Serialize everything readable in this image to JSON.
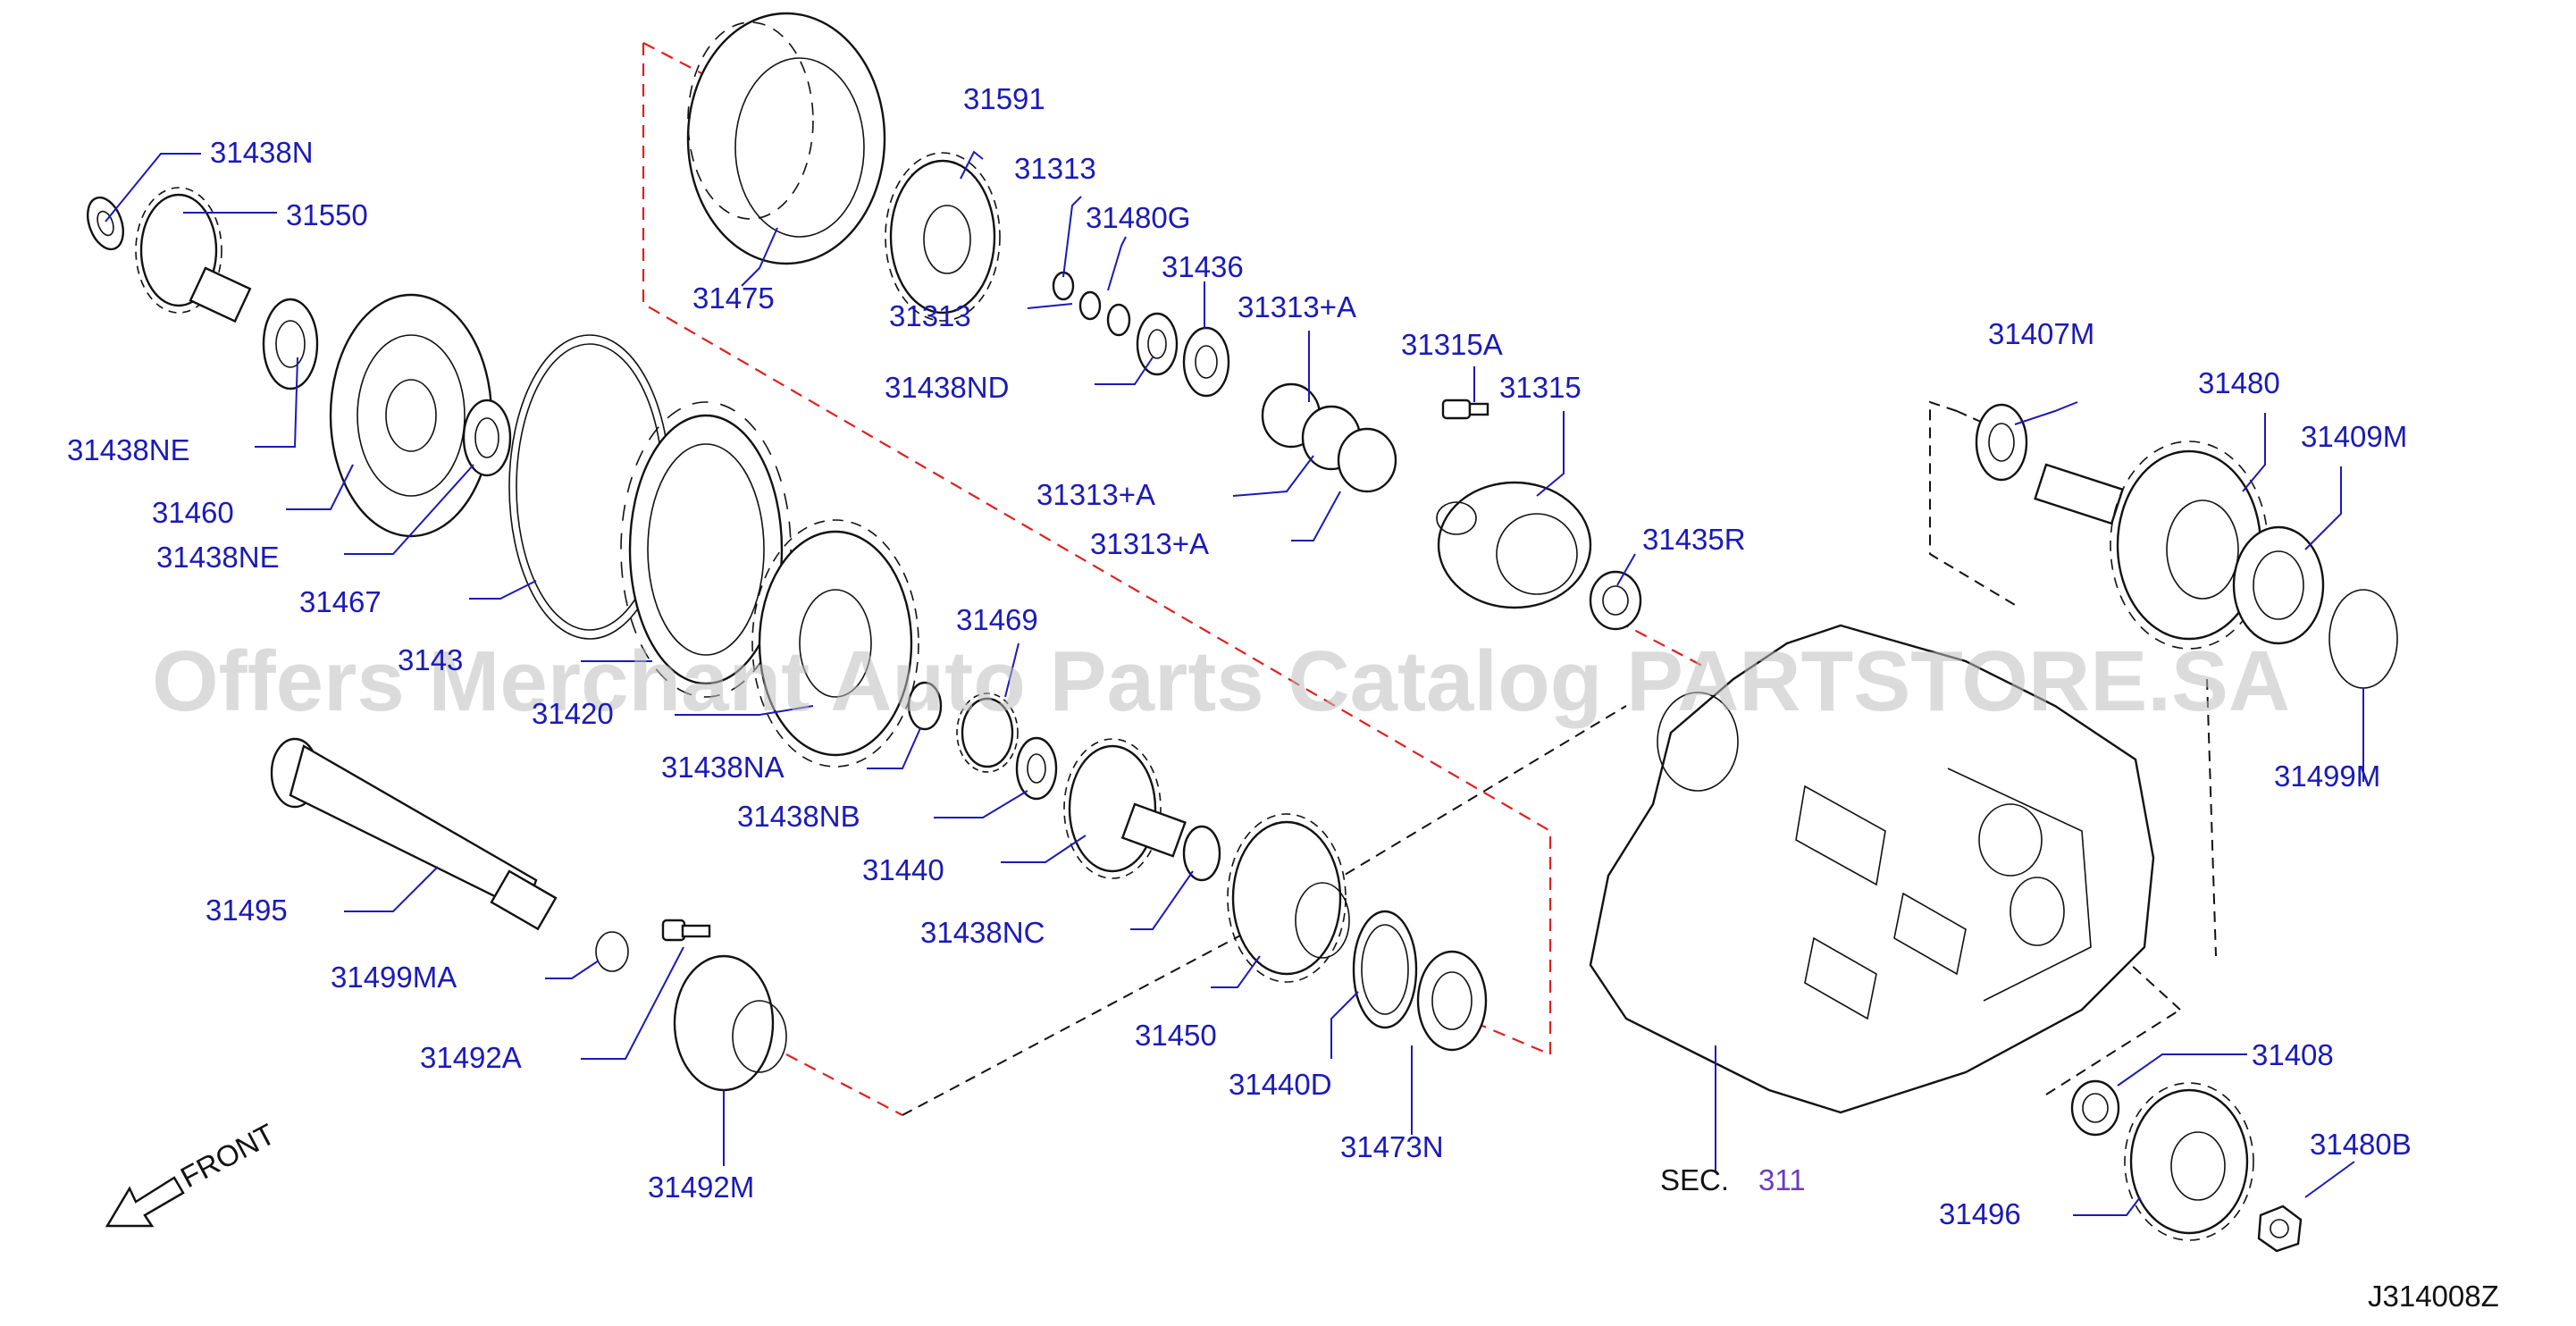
{
  "watermark": "Offers Merchant Auto Parts Catalog PARTSTORE.SA",
  "diagram_code": "J314008Z",
  "front_label": "FRONT",
  "section_ref": {
    "prefix": "SEC.",
    "number": "311"
  },
  "part_labels": [
    {
      "id": "p31438N",
      "text": "31438N"
    },
    {
      "id": "p31550",
      "text": "31550"
    },
    {
      "id": "p31438NE_a",
      "text": "31438NE"
    },
    {
      "id": "p31460",
      "text": "31460"
    },
    {
      "id": "p31438NE_b",
      "text": "31438NE"
    },
    {
      "id": "p31467",
      "text": "31467"
    },
    {
      "id": "p3143x",
      "text": "3143"
    },
    {
      "id": "p31420",
      "text": "31420"
    },
    {
      "id": "p31475",
      "text": "31475"
    },
    {
      "id": "p31591",
      "text": "31591"
    },
    {
      "id": "p31313_a",
      "text": "31313"
    },
    {
      "id": "p31480G",
      "text": "31480G"
    },
    {
      "id": "p31313_b",
      "text": "31313"
    },
    {
      "id": "p31436",
      "text": "31436"
    },
    {
      "id": "p31438ND",
      "text": "31438ND"
    },
    {
      "id": "p31313A_a",
      "text": "31313+A"
    },
    {
      "id": "p31313A_b",
      "text": "31313+A"
    },
    {
      "id": "p31313A_c",
      "text": "31313+A"
    },
    {
      "id": "p31315A",
      "text": "31315A"
    },
    {
      "id": "p31315",
      "text": "31315"
    },
    {
      "id": "p31435R",
      "text": "31435R"
    },
    {
      "id": "p31469",
      "text": "31469"
    },
    {
      "id": "p31438NA",
      "text": "31438NA"
    },
    {
      "id": "p31438NB",
      "text": "31438NB"
    },
    {
      "id": "p31440",
      "text": "31440"
    },
    {
      "id": "p31438NC",
      "text": "31438NC"
    },
    {
      "id": "p31450",
      "text": "31450"
    },
    {
      "id": "p31440D",
      "text": "31440D"
    },
    {
      "id": "p31473N",
      "text": "31473N"
    },
    {
      "id": "p31495",
      "text": "31495"
    },
    {
      "id": "p31499MA",
      "text": "31499MA"
    },
    {
      "id": "p31492A",
      "text": "31492A"
    },
    {
      "id": "p31492M",
      "text": "31492M"
    },
    {
      "id": "p31407M",
      "text": "31407M"
    },
    {
      "id": "p31480",
      "text": "31480"
    },
    {
      "id": "p31409M",
      "text": "31409M"
    },
    {
      "id": "p31499M",
      "text": "31499M"
    },
    {
      "id": "p31408",
      "text": "31408"
    },
    {
      "id": "p31480B",
      "text": "31480B"
    },
    {
      "id": "p31496",
      "text": "31496"
    }
  ]
}
